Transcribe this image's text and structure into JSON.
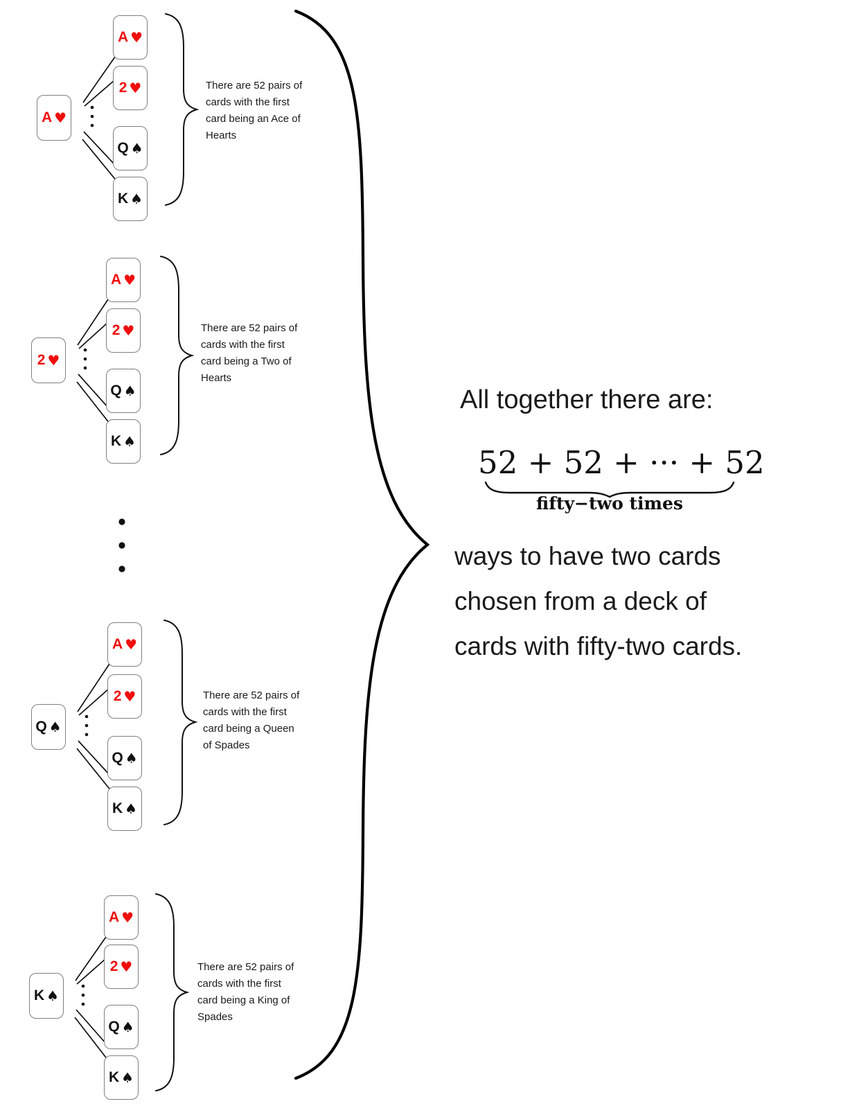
{
  "colors": {
    "red": "#f00d0d",
    "black": "#101010",
    "card_border": "#7f7f7f",
    "ink": "#1a1a1a"
  },
  "groups": [
    {
      "first": {
        "rank": "A",
        "suit": "♥",
        "color": "#f00d0d"
      },
      "column": [
        {
          "rank": "A",
          "suit": "♥",
          "color": "#f00d0d"
        },
        {
          "rank": "2",
          "suit": "♥",
          "color": "#f00d0d"
        },
        {
          "rank": "Q",
          "suit": "♠",
          "color": "#101010"
        },
        {
          "rank": "K",
          "suit": "♠",
          "color": "#101010"
        }
      ],
      "caption_lines": [
        "There are 52 pairs of",
        "cards with the first",
        "card being an Ace of",
        "Hearts"
      ]
    },
    {
      "first": {
        "rank": "2",
        "suit": "♥",
        "color": "#f00d0d"
      },
      "column": [
        {
          "rank": "A",
          "suit": "♥",
          "color": "#f00d0d"
        },
        {
          "rank": "2",
          "suit": "♥",
          "color": "#f00d0d"
        },
        {
          "rank": "Q",
          "suit": "♠",
          "color": "#101010"
        },
        {
          "rank": "K",
          "suit": "♠",
          "color": "#101010"
        }
      ],
      "caption_lines": [
        "There are 52 pairs of",
        "cards with the first",
        "card being a Two of",
        "Hearts"
      ]
    },
    {
      "first": {
        "rank": "Q",
        "suit": "♠",
        "color": "#101010"
      },
      "column": [
        {
          "rank": "A",
          "suit": "♥",
          "color": "#f00d0d"
        },
        {
          "rank": "2",
          "suit": "♥",
          "color": "#f00d0d"
        },
        {
          "rank": "Q",
          "suit": "♠",
          "color": "#101010"
        },
        {
          "rank": "K",
          "suit": "♠",
          "color": "#101010"
        }
      ],
      "caption_lines": [
        "There are 52 pairs of",
        "cards with the first",
        "card being a Queen",
        "of Spades"
      ]
    },
    {
      "first": {
        "rank": "K",
        "suit": "♠",
        "color": "#101010"
      },
      "column": [
        {
          "rank": "A",
          "suit": "♥",
          "color": "#f00d0d"
        },
        {
          "rank": "2",
          "suit": "♥",
          "color": "#f00d0d"
        },
        {
          "rank": "Q",
          "suit": "♠",
          "color": "#101010"
        },
        {
          "rank": "K",
          "suit": "♠",
          "color": "#101010"
        }
      ],
      "caption_lines": [
        "There are 52 pairs of",
        "cards with the first",
        "card being a King of",
        "Spades"
      ]
    }
  ],
  "summary": {
    "intro": "All together there are:",
    "formula": "52 + 52 + ··· + 52",
    "underbrace_label": "fifty−two times",
    "conclusion_lines": [
      "ways to have two cards",
      "chosen from a deck of",
      "cards with fifty-two cards."
    ]
  }
}
